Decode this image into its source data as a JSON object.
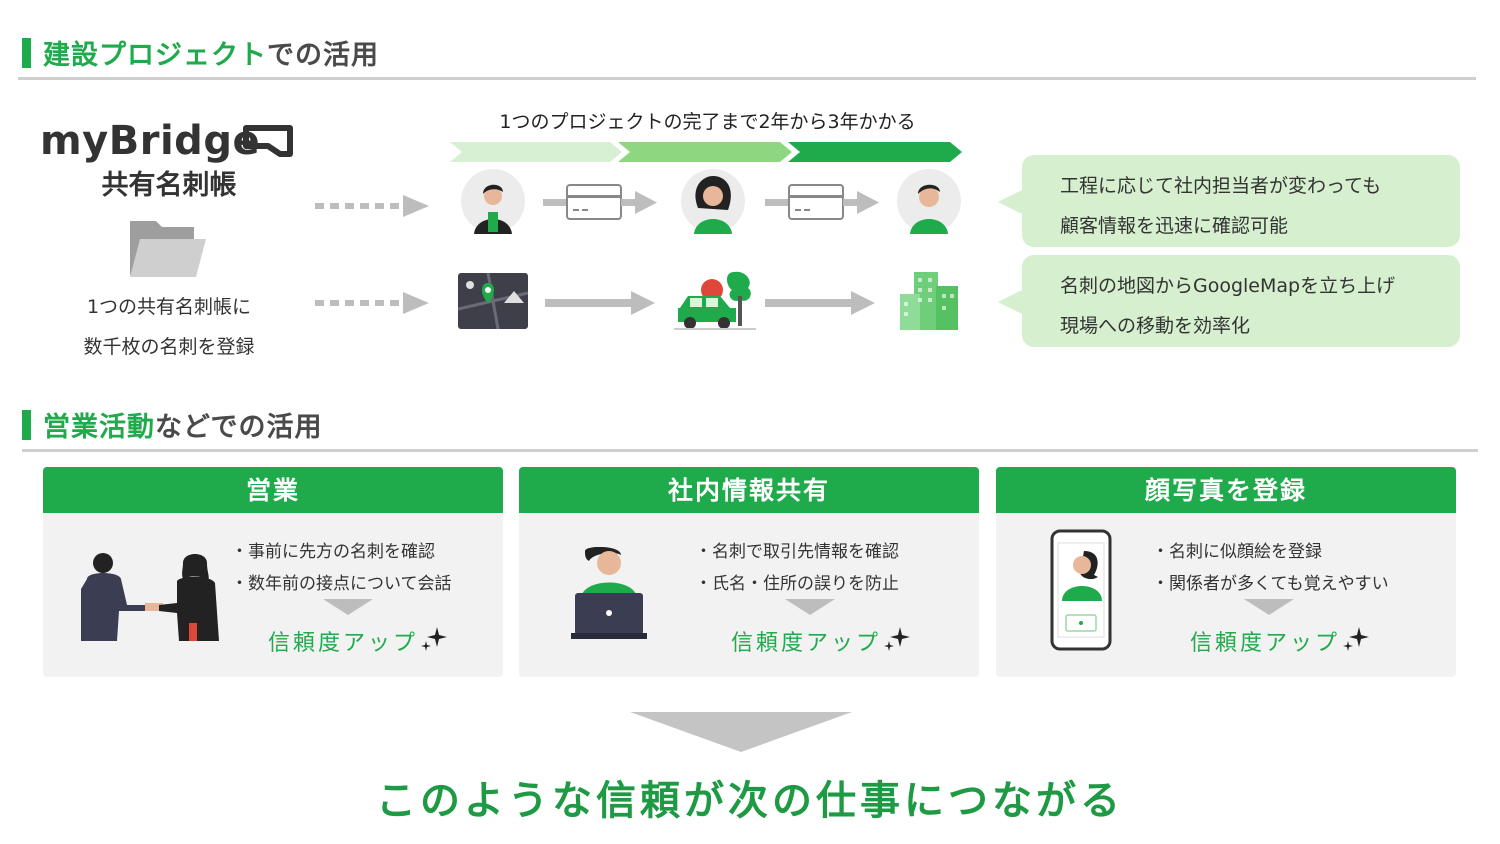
{
  "section1": {
    "title_highlight": "建設プロジェクト",
    "title_rest": "での活用"
  },
  "logo": {
    "brand": "myBridge",
    "sub": "共有名刺帳"
  },
  "left_caption": {
    "line1": "1つの共有名刺帳に",
    "line2": "数千枚の名刺を登録"
  },
  "timeline": {
    "label": "1つのプロジェクトの完了まで2年から3年かかる"
  },
  "callouts": [
    {
      "line1": "工程に応じて社内担当者が変わっても",
      "line2": "顧客情報を迅速に確認可能"
    },
    {
      "line1": "名刺の地図からGoogleMapを立ち上げ",
      "line2": "現場への移動を効率化"
    }
  ],
  "section2": {
    "title_highlight": "営業活動",
    "title_rest": "などでの活用"
  },
  "cards": [
    {
      "title": "営業",
      "bullet1": "・事前に先方の名刺を確認",
      "bullet2": "・数年前の接点について会話",
      "result": "信頼度アップ"
    },
    {
      "title": "社内情報共有",
      "bullet1": "・名刺で取引先情報を確認",
      "bullet2": "・氏名・住所の誤りを防止",
      "result": "信頼度アップ"
    },
    {
      "title": "顔写真を登録",
      "bullet1": "・名刺に似顔絵を登録",
      "bullet2": "・関係者が多くても覚えやすい",
      "result": "信頼度アップ"
    }
  ],
  "conclusion": "このような信頼が次の仕事につながる",
  "colors": {
    "accent": "#1faa4b",
    "callout_bg": "#d5efcf",
    "card_bg": "#f2f2f2",
    "arrow_gray": "#bdbdbd"
  }
}
